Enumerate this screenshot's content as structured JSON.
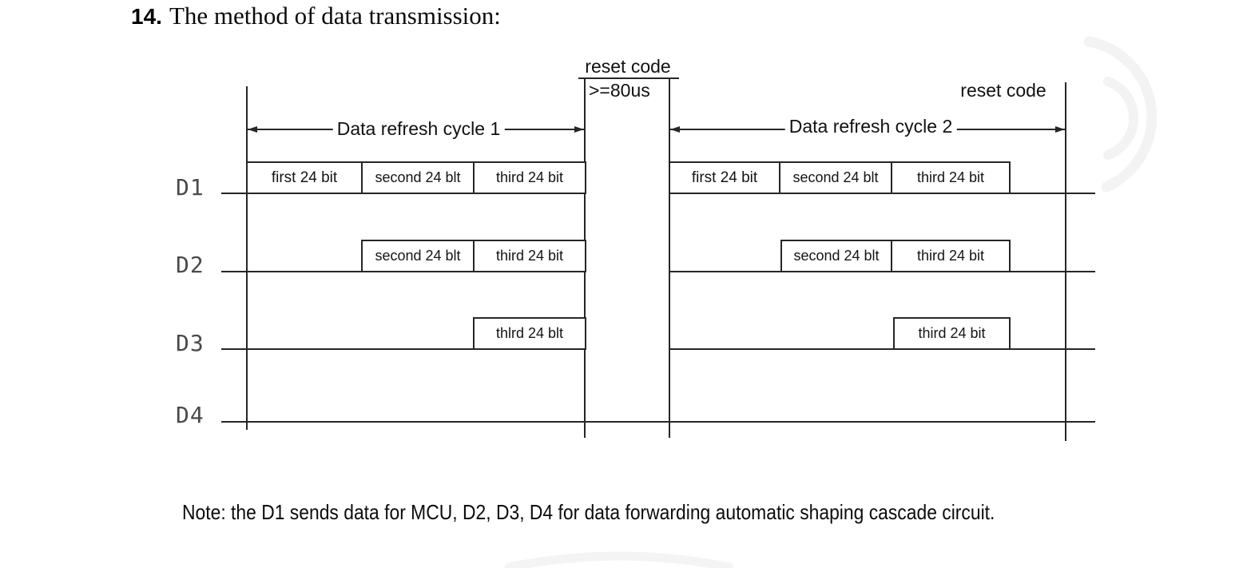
{
  "title": {
    "number": "14.",
    "text": "The method of data transmission:"
  },
  "reset": {
    "top_label": "reset code",
    "top_duration": ">=80us",
    "right_label": "reset code"
  },
  "cycles": {
    "cycle1": "Data refresh cycle 1",
    "cycle2": "Data refresh cycle 2"
  },
  "rows": [
    {
      "label": "D1",
      "c1": [
        "first 24 bit",
        "second 24 blt",
        "third 24 bit"
      ],
      "c2": [
        "first 24 bit",
        "second 24 blt",
        "third 24 bit"
      ]
    },
    {
      "label": "D2",
      "c1": [
        "second 24 blt",
        "third 24 bit"
      ],
      "c2": [
        "second 24 blt",
        "third 24 bit"
      ]
    },
    {
      "label": "D3",
      "c1": [
        "thlrd 24 blt"
      ],
      "c2": [
        "third 24 bit"
      ]
    },
    {
      "label": "D4",
      "c1": [],
      "c2": []
    }
  ],
  "note": {
    "text": "Note: the D1 sends data for MCU, D2, D3, D4 for data forwarding automatic shaping cascade circuit."
  },
  "colors": {
    "line": "#262626",
    "text": "#111111",
    "channel_label": "#4a4a4a",
    "watermark": "#f3f3f3"
  }
}
